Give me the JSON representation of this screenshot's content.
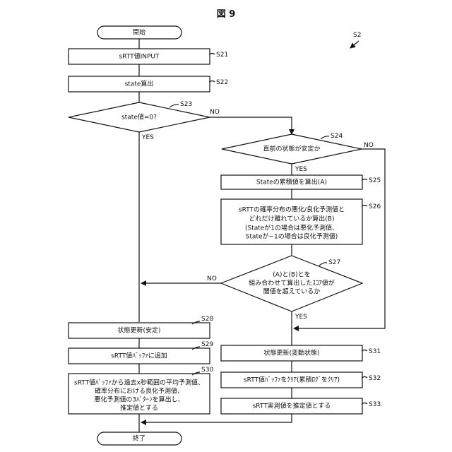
{
  "title": "図 9",
  "ref": "S2",
  "start": "開始",
  "end": "終了",
  "steps": {
    "s21": {
      "id": "S21",
      "text": "sRTT値INPUT"
    },
    "s22": {
      "id": "S22",
      "text": "state算出"
    },
    "s23": {
      "id": "S23",
      "text": "state値=0?"
    },
    "s24": {
      "id": "S24",
      "text": "直前の状態が安定か"
    },
    "s25": {
      "id": "S25",
      "text": "Stateの累積値を算出(A)"
    },
    "s26": {
      "id": "S26",
      "lines": [
        "sRTTの確率分布の悪化/良化予測値と",
        "どれだけ離れているか算出(B)",
        "(Stateが1の場合は悪化予測値、",
        "Stateが−1の場合は良化予測値)"
      ]
    },
    "s27": {
      "id": "S27",
      "lines": [
        "(A)と(B)とを",
        "組み合わせて算出したｽｺｱ値が",
        "閾値を超えているか"
      ]
    },
    "s28": {
      "id": "S28",
      "text": "状態更新(安定)"
    },
    "s29": {
      "id": "S29",
      "text": "sRTT値ﾊﾞｯﾌｧに追加"
    },
    "s30": {
      "id": "S30",
      "lines": [
        "sRTT値ﾊﾞｯﾌｧから過去x秒範囲の平均予測値、",
        "確率分布における良化予測値、",
        "悪化予測値の3ﾊﾟﾀｰﾝを算出し、",
        "推定値とする"
      ]
    },
    "s31": {
      "id": "S31",
      "text": "状態更新(変動状態)"
    },
    "s32": {
      "id": "S32",
      "text": "sRTT値ﾊﾞｯﾌｧをｸﾘｱ(累積ﾛｸﾞをｸﾘｱ)"
    },
    "s33": {
      "id": "S33",
      "text": "sRTT実測値を推定値とする"
    }
  },
  "branch": {
    "yes": "YES",
    "no": "NO"
  }
}
